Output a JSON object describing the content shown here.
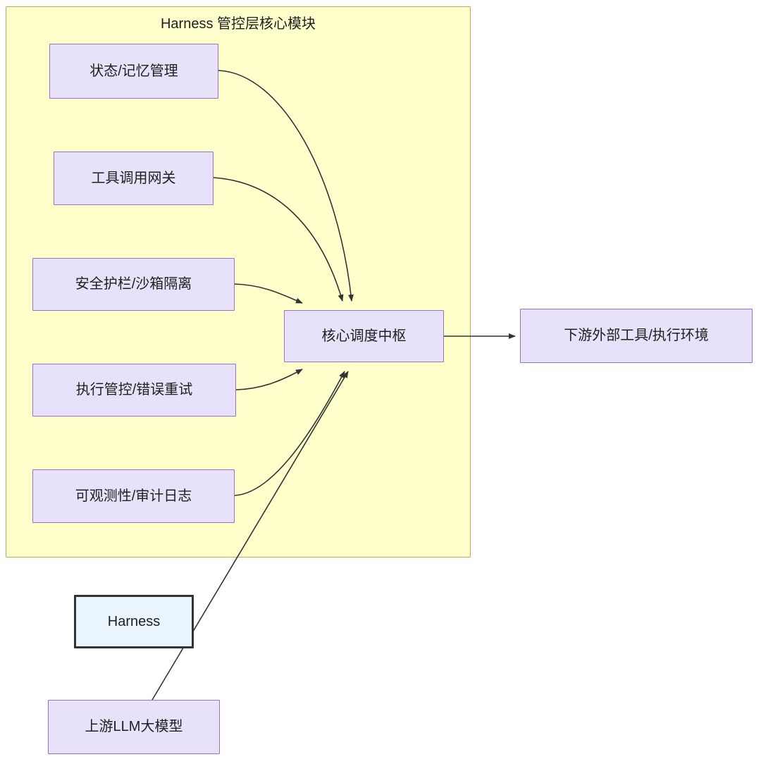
{
  "diagram": {
    "type": "flowchart",
    "background": "#ffffff",
    "colors": {
      "group_fill": "#ffffcc",
      "group_border": "#b5ae57",
      "process_fill": "#e8e1fa",
      "process_border": "#9673c8",
      "harness_fill": "#eaf4fc",
      "harness_border": "#333333",
      "edge": "#333333",
      "text": "#1f1f1f"
    },
    "group": {
      "label": "Harness 管控层核心模块"
    },
    "nodes": [
      {
        "id": "state",
        "label": "状态/记忆管理"
      },
      {
        "id": "toolgw",
        "label": "工具调用网关"
      },
      {
        "id": "guardrail",
        "label": "安全护栏/沙箱隔离"
      },
      {
        "id": "exec",
        "label": "执行管控/错误重试"
      },
      {
        "id": "observe",
        "label": "可观测性/审计日志"
      },
      {
        "id": "hub",
        "label": "核心调度中枢"
      },
      {
        "id": "downstream",
        "label": "下游外部工具/执行环境"
      },
      {
        "id": "harness",
        "label": "Harness"
      },
      {
        "id": "llm",
        "label": "上游LLM大模型"
      }
    ],
    "edges": [
      {
        "from": "state",
        "to": "hub",
        "arrow": true
      },
      {
        "from": "toolgw",
        "to": "hub",
        "arrow": true
      },
      {
        "from": "guardrail",
        "to": "hub",
        "arrow": true
      },
      {
        "from": "exec",
        "to": "hub",
        "arrow": true
      },
      {
        "from": "observe",
        "to": "hub",
        "arrow": true
      },
      {
        "from": "hub",
        "to": "downstream",
        "arrow": true
      },
      {
        "from": "llm",
        "to": "hub",
        "arrow": true
      }
    ]
  }
}
